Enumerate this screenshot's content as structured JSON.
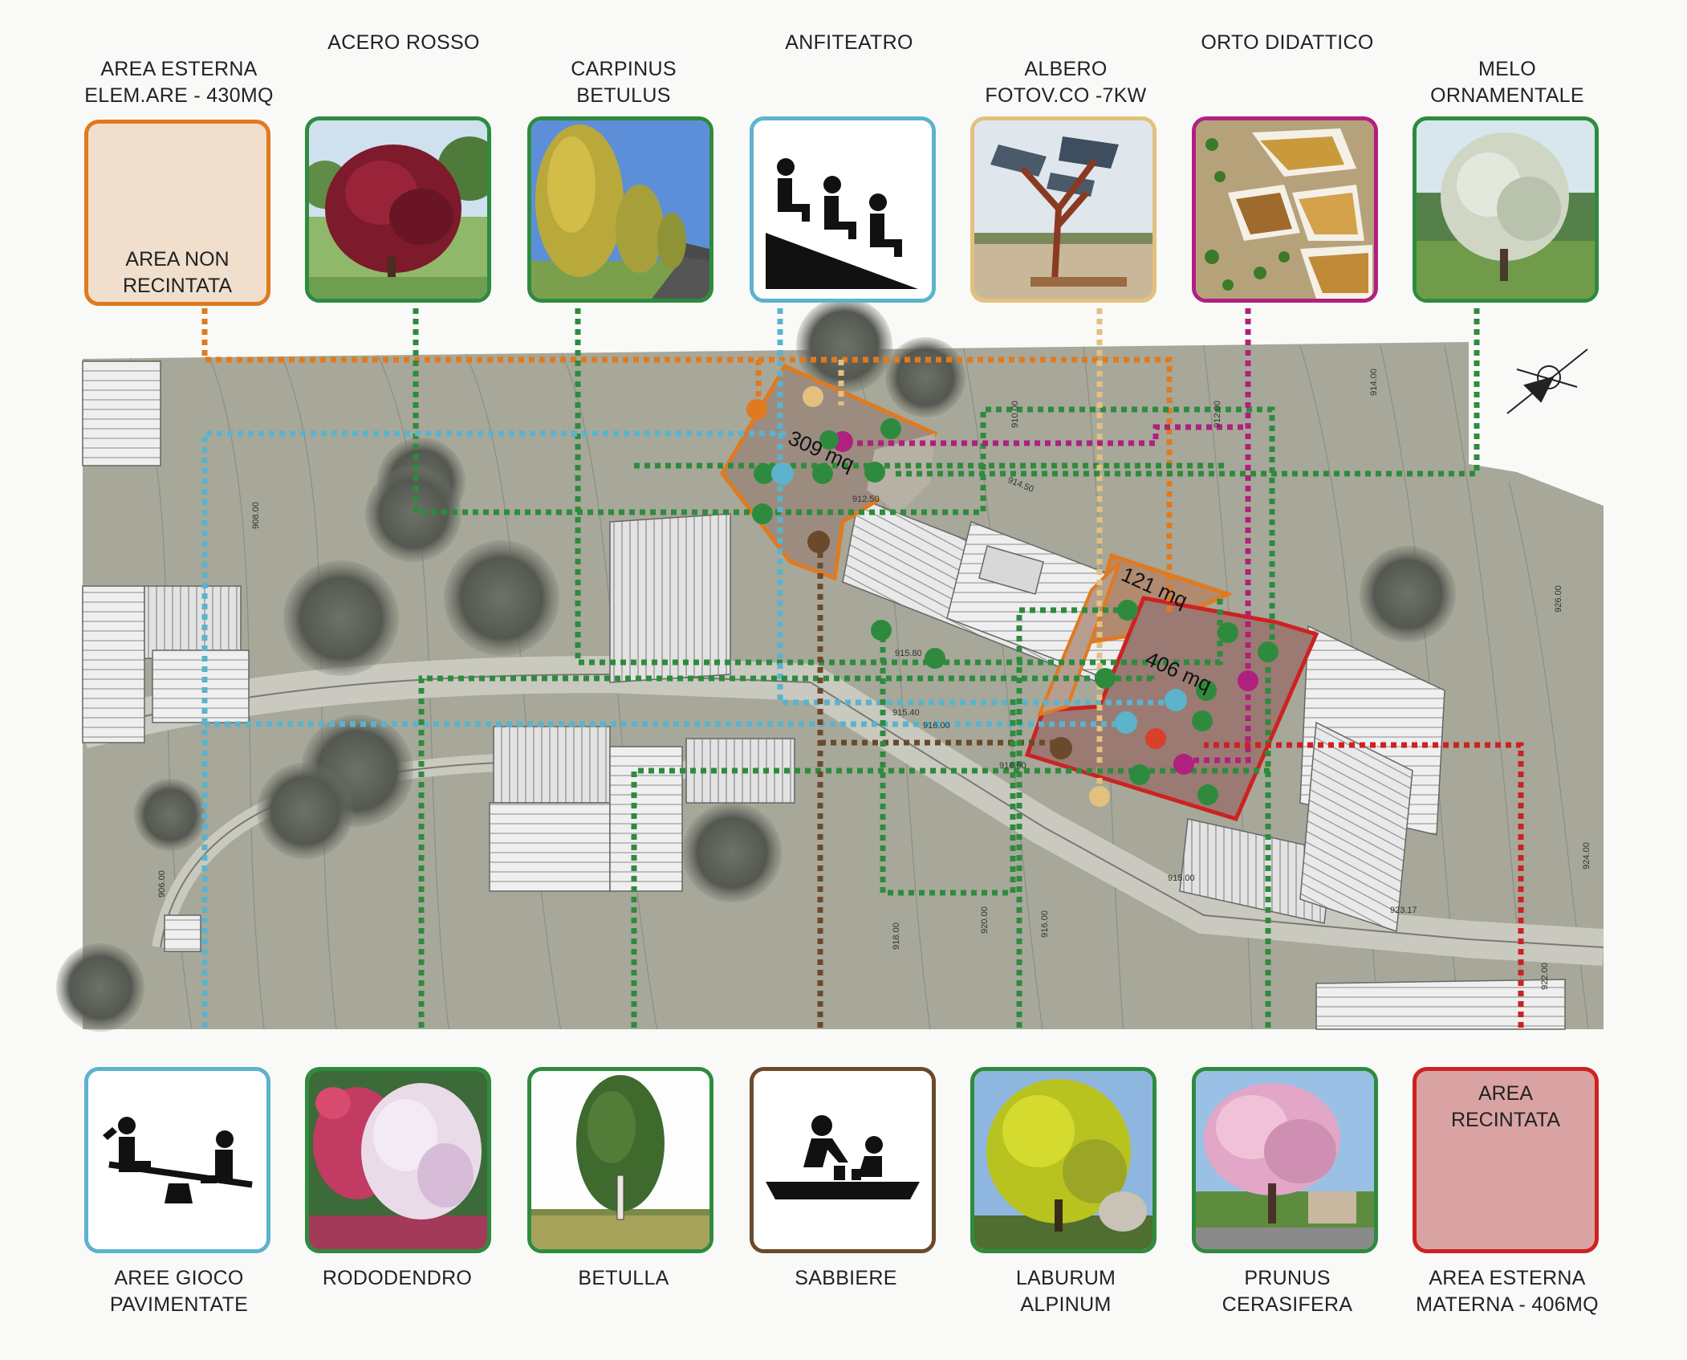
{
  "top_legend": [
    {
      "id": "area-esterna-elementare",
      "lines": [
        "AREA ESTERNA",
        "ELEM.ARE - 430MQ"
      ],
      "border": "#e07a1f",
      "fill": "#f0dfcc",
      "inner_lines": [
        "AREA NON",
        "RECINTATA"
      ],
      "icon": "area-swatch"
    },
    {
      "id": "acero-rosso",
      "lines": [
        "",
        "ACERO ROSSO"
      ],
      "border": "#2e8b3e",
      "icon": "red-maple-photo"
    },
    {
      "id": "carpinus-betulus",
      "lines": [
        "CARPINUS",
        "BETULUS"
      ],
      "border": "#2e8b3e",
      "icon": "hornbeam-row-photo"
    },
    {
      "id": "anfiteatro",
      "lines": [
        "",
        "ANFITEATRO"
      ],
      "border": "#5bb3cc",
      "icon": "amphitheater-icon"
    },
    {
      "id": "albero-fotovoltaico",
      "lines": [
        "ALBERO",
        "FOTOV.CO -7KW"
      ],
      "border": "#e3c07e",
      "icon": "solar-tree-photo"
    },
    {
      "id": "orto-didattico",
      "lines": [
        "",
        "ORTO DIDATTICO"
      ],
      "border": "#b0207f",
      "icon": "garden-beds-photo"
    },
    {
      "id": "melo-ornamentale",
      "lines": [
        "MELO",
        "ORNAMENTALE"
      ],
      "border": "#2e8b3e",
      "icon": "apple-tree-photo"
    }
  ],
  "bottom_legend": [
    {
      "id": "aree-gioco",
      "lines": [
        "AREE GIOCO",
        "PAVIMENTATE"
      ],
      "border": "#5bb3cc",
      "icon": "seesaw-icon"
    },
    {
      "id": "rododendro",
      "lines": [
        "RODODENDRO",
        ""
      ],
      "border": "#2e8b3e",
      "icon": "rhododendron-photo"
    },
    {
      "id": "betulla",
      "lines": [
        "BETULLA",
        ""
      ],
      "border": "#2e8b3e",
      "icon": "birch-photo"
    },
    {
      "id": "sabbiere",
      "lines": [
        "SABBIERE",
        ""
      ],
      "border": "#6b4a2b",
      "icon": "sandbox-icon"
    },
    {
      "id": "laburum-alpinum",
      "lines": [
        "LABURUM",
        "ALPINUM"
      ],
      "border": "#2e8b3e",
      "icon": "laburnum-photo"
    },
    {
      "id": "prunus-cerasifera",
      "lines": [
        "PRUNUS",
        "CERASIFERA"
      ],
      "border": "#2e8b3e",
      "icon": "prunus-photo"
    },
    {
      "id": "area-esterna-materna",
      "lines": [
        "AREA ESTERNA",
        "MATERNA - 406MQ"
      ],
      "border": "#cc2222",
      "fill": "#d9a3a3",
      "inner_lines": [
        "AREA",
        "RECINTATA"
      ],
      "icon": "area-swatch"
    }
  ],
  "plan": {
    "area_labels": {
      "orange_area": "309 mq",
      "small_area": "121 mq",
      "red_area": "406 mq"
    },
    "elevation_labels": [
      "914.50",
      "912.50",
      "915.80",
      "916.60",
      "915.40",
      "916.00",
      "915.00",
      "923.17",
      "910.00",
      "912.00",
      "914.00",
      "916.00",
      "918.00",
      "920.00",
      "922.00",
      "924.00",
      "926.00",
      "908.00",
      "906.00"
    ],
    "colors": {
      "green": "#2e8b3e",
      "blue": "#5bb3cc",
      "orange": "#e07a1f",
      "yellow": "#e3c07e",
      "magenta": "#b0207f",
      "brown": "#6b4a2b",
      "red": "#cc2222",
      "red_dot": "#d8402a"
    }
  }
}
